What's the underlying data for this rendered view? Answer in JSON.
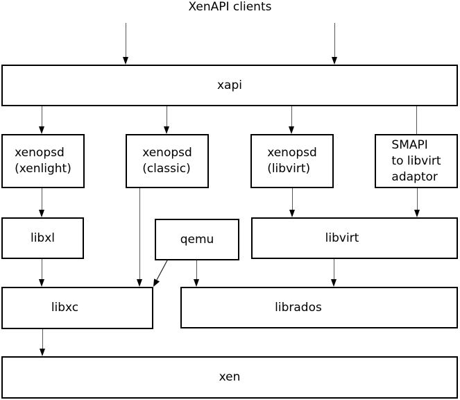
{
  "title": "XenAPI clients",
  "colors": {
    "background": "#ffffff",
    "box_border": "#000000",
    "edge_line": "#585858",
    "arrowhead": "#000000",
    "text": "#000000"
  },
  "nodes": {
    "xapi": {
      "label": "xapi"
    },
    "xenopsd_xenlight": {
      "lines": [
        "xenopsd",
        "(xenlight)"
      ]
    },
    "xenopsd_classic": {
      "lines": [
        "xenopsd",
        "(classic)"
      ]
    },
    "xenopsd_libvirt": {
      "lines": [
        "xenopsd",
        "(libvirt)"
      ]
    },
    "smapi_adaptor": {
      "lines": [
        "SMAPI",
        "to libvirt",
        "adaptor"
      ]
    },
    "libxl": {
      "label": "libxl"
    },
    "qemu": {
      "label": "qemu"
    },
    "libvirt": {
      "label": "libvirt"
    },
    "libxc": {
      "label": "libxc"
    },
    "librados": {
      "label": "librados"
    },
    "xen": {
      "label": "xen"
    }
  },
  "edges": [
    {
      "from": "XenAPI clients",
      "to": "xapi",
      "arrowhead": true
    },
    {
      "from": "XenAPI clients",
      "to": "xapi",
      "arrowhead": true
    },
    {
      "from": "xapi",
      "to": "xenopsd (xenlight)",
      "arrowhead": true
    },
    {
      "from": "xapi",
      "to": "xenopsd (classic)",
      "arrowhead": true
    },
    {
      "from": "xapi",
      "to": "xenopsd (libvirt)",
      "arrowhead": true
    },
    {
      "from": "xapi",
      "to": "SMAPI to libvirt adaptor",
      "arrowhead": false
    },
    {
      "from": "xenopsd (xenlight)",
      "to": "libxl",
      "arrowhead": true
    },
    {
      "from": "xenopsd (classic)",
      "to": "libxc",
      "arrowhead": true
    },
    {
      "from": "xenopsd (libvirt)",
      "to": "libvirt",
      "arrowhead": true
    },
    {
      "from": "SMAPI to libvirt adaptor",
      "to": "libvirt",
      "arrowhead": true
    },
    {
      "from": "libxl",
      "to": "libxc",
      "arrowhead": true
    },
    {
      "from": "qemu",
      "to": "libxc",
      "arrowhead": true
    },
    {
      "from": "qemu",
      "to": "librados",
      "arrowhead": true
    },
    {
      "from": "libvirt",
      "to": "librados",
      "arrowhead": true
    },
    {
      "from": "libxc",
      "to": "xen",
      "arrowhead": true
    }
  ]
}
